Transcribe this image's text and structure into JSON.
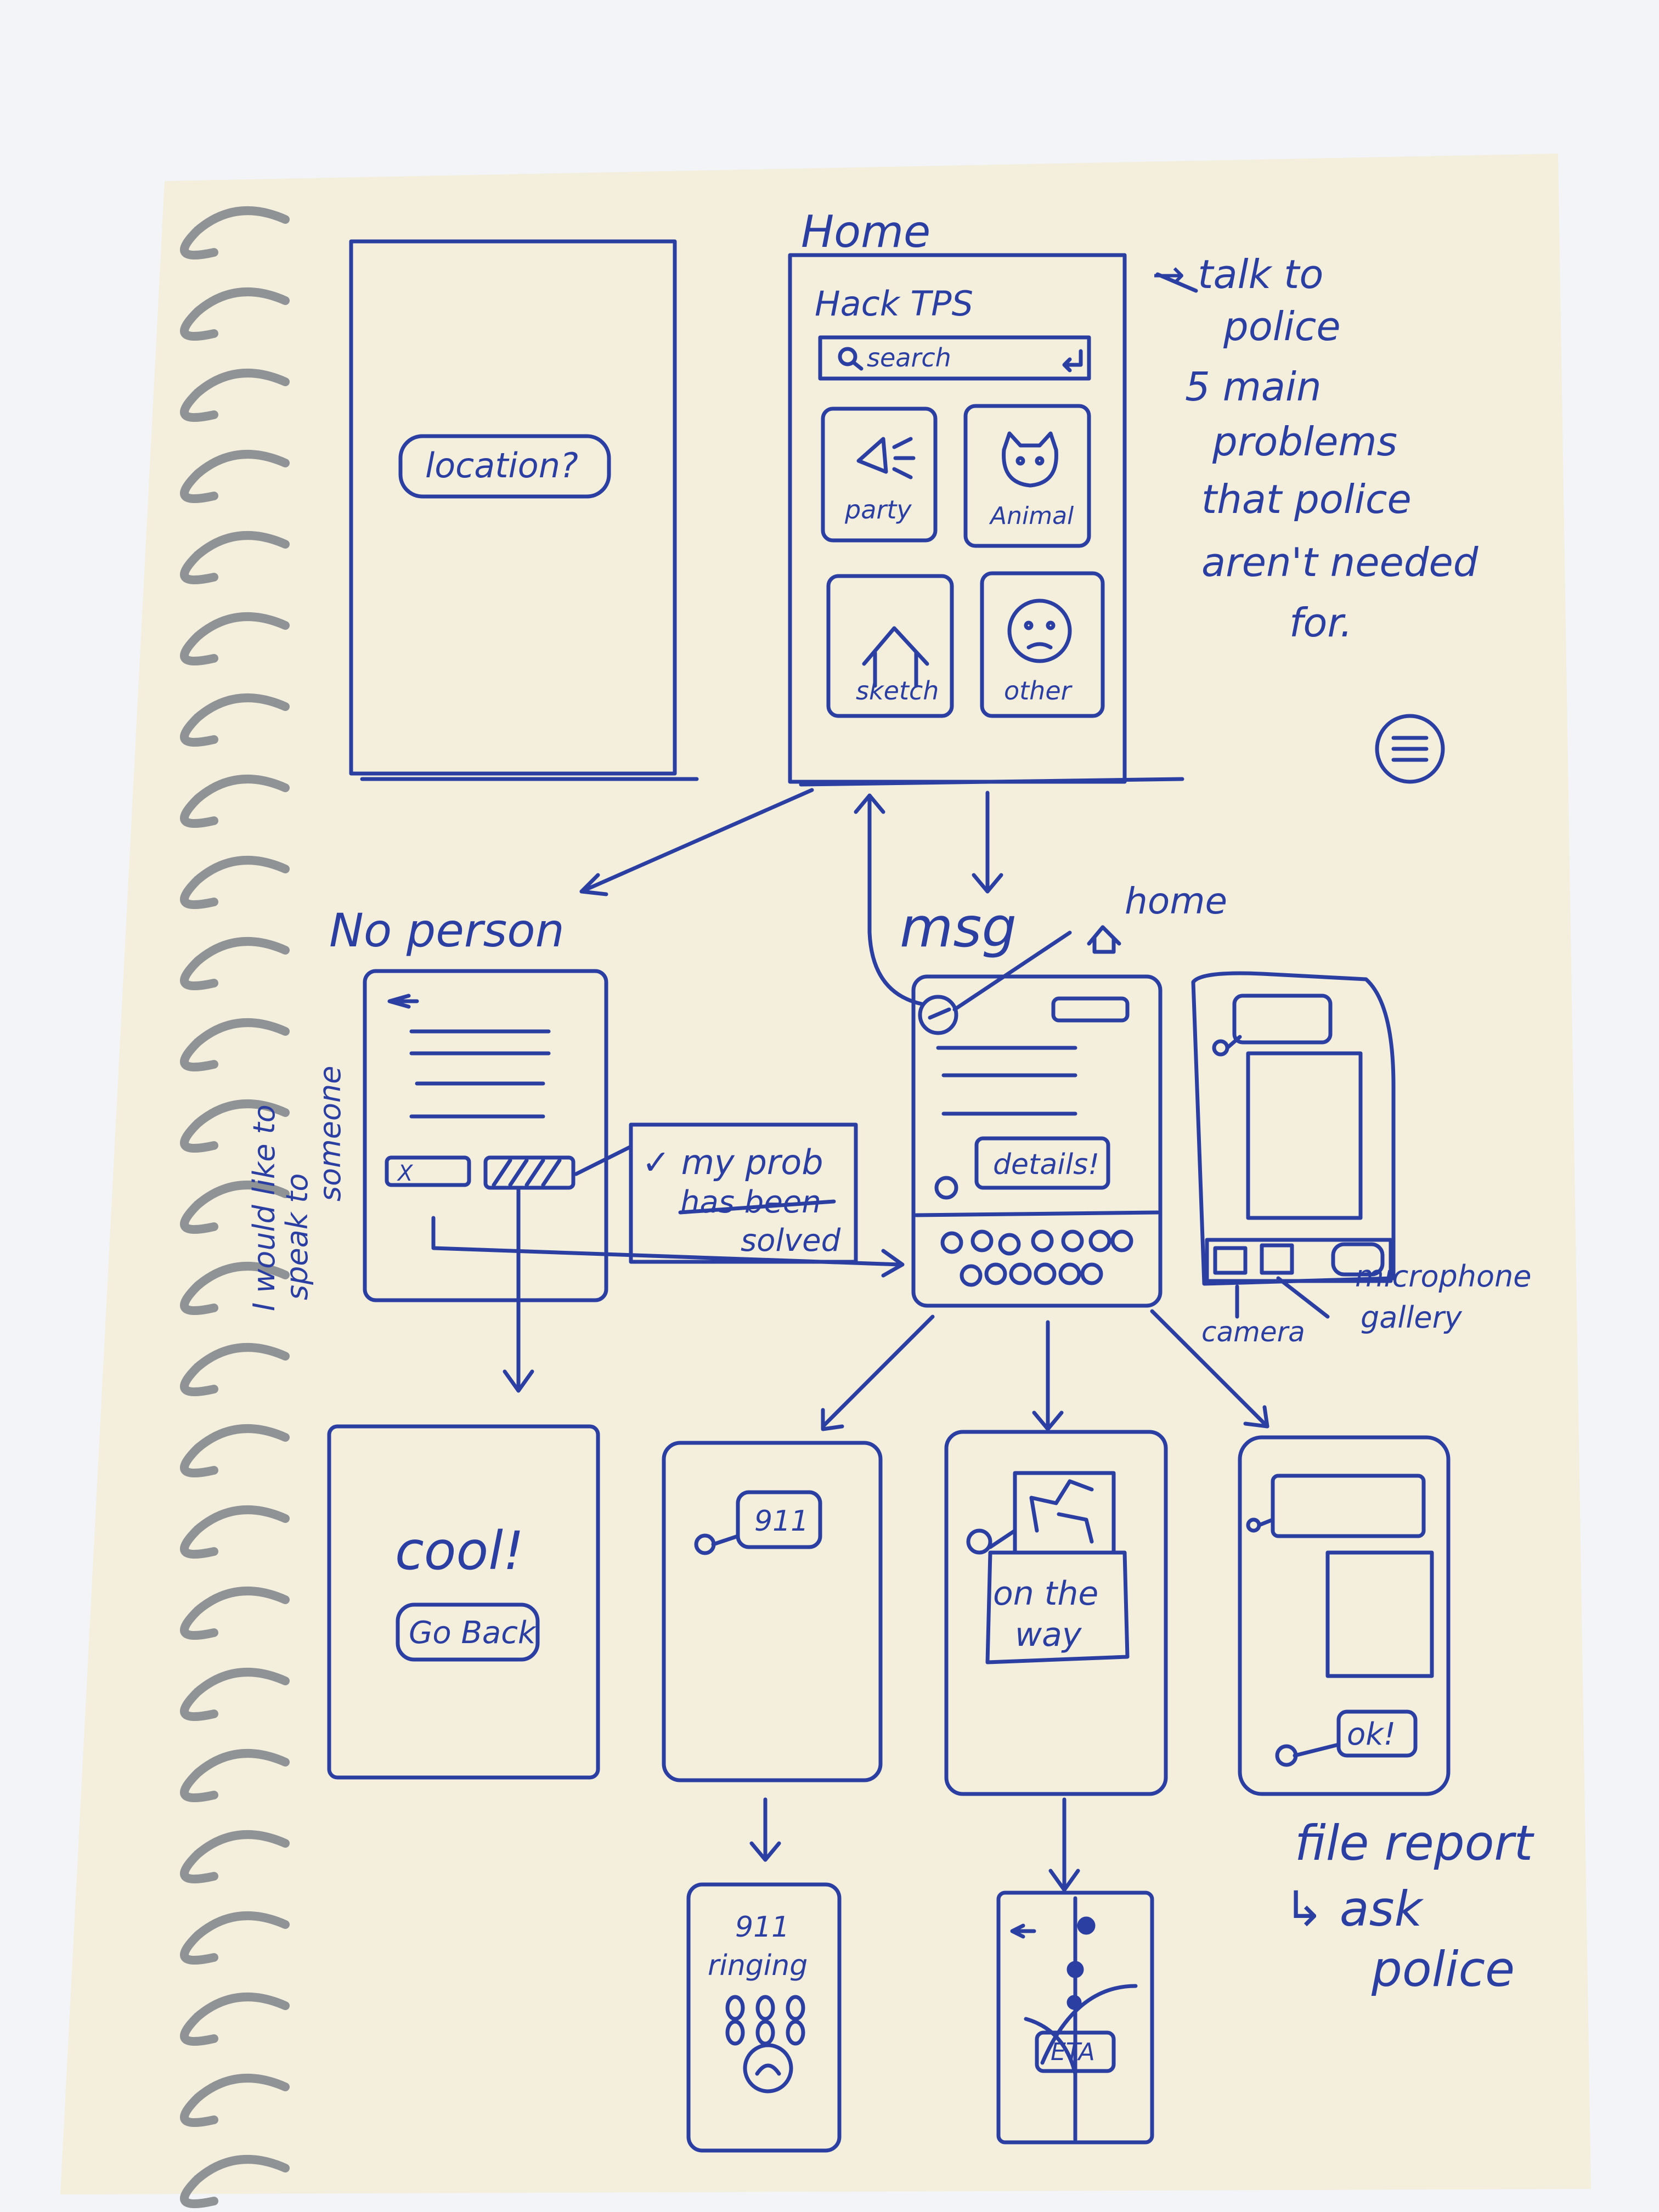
{
  "colors": {
    "ink": "#2b3fa3",
    "paper": "#f3efdc",
    "background": "#f2f4f7",
    "spiral": "#8f9396"
  },
  "labels": {
    "home_title": "Home",
    "app_name": "Hack TPS",
    "search": "search",
    "location": "location?",
    "party": "party",
    "animal": "Animal",
    "sketch": "sketch",
    "other": "other",
    "note_line1": "→ talk to",
    "note_line2": "police",
    "note_line3": "5 main",
    "note_line4": "problems",
    "note_line5": "that police",
    "note_line6": "aren't needed",
    "note_line7": "for.",
    "noperson": "No person",
    "would_like_line1": "I would like to",
    "would_like_line2": "speak to",
    "would_like_line3": "someone",
    "prob_line1": "✓ my prob",
    "prob_line2": "has been",
    "prob_line3": "solved",
    "msg": "msg",
    "home_small": "home",
    "details": "details!",
    "camera": "camera",
    "microphone": "microphone",
    "gallery": "gallery",
    "cool": "cool!",
    "go_back": "Go Back",
    "nine_one_one": "911",
    "on_the_way_line1": "on the",
    "on_the_way_line2": "way",
    "ok": "ok!",
    "ringing_line1": "911",
    "ringing_line2": "ringing",
    "eta": "ETA",
    "file_line1": "file report",
    "file_line2": "↳ ask",
    "file_line3": "police"
  },
  "icons": [
    "megaphone-icon",
    "cat-icon",
    "house-icon",
    "face-icon",
    "menu-icon",
    "search-icon",
    "enter-icon",
    "back-arrow-icon",
    "home-icon",
    "phone-icon"
  ]
}
